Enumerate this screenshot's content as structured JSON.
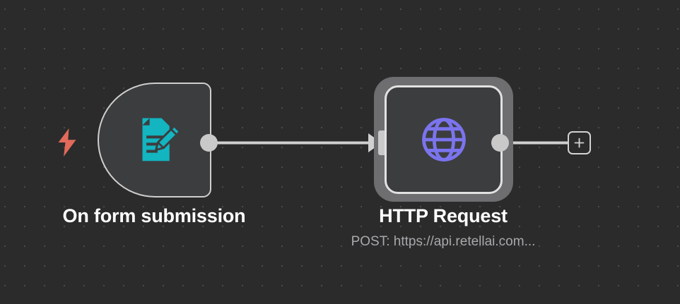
{
  "canvas": {
    "background_color": "#2b2b2b",
    "grid_dot_color": "#4a4a4a",
    "grid_spacing": "28"
  },
  "workflow": {
    "nodes": [
      {
        "id": "trigger",
        "title": "On form submission",
        "subtitle": "",
        "icon": "form-edit-icon",
        "icon_color": "#12b5c0",
        "type": "trigger",
        "selected": false,
        "body_color": "#3c3d3f",
        "border_color": "#cfcfcf"
      },
      {
        "id": "http",
        "title": "HTTP Request",
        "subtitle": "POST: https://api.retellai.com...",
        "icon": "globe-icon",
        "icon_color": "#7b74ee",
        "type": "action",
        "selected": true,
        "body_color": "#3c3d3f",
        "border_color": "#e2e2e2",
        "halo_color": "#6e6e70"
      }
    ],
    "trigger_badge": {
      "icon": "lightning-bolt-icon",
      "color": "#e26a5a"
    },
    "connections": [
      {
        "from": "trigger",
        "to": "http",
        "color": "#d0d0d0",
        "has_arrow": true
      },
      {
        "from": "http",
        "to": "add-button",
        "color": "#d0d0d0",
        "has_arrow": false
      }
    ],
    "add_button": {
      "label": "+",
      "icon": "plus-icon",
      "border_color": "#d2d2d2"
    },
    "ports": {
      "port_color": "#c9c9c9"
    }
  }
}
